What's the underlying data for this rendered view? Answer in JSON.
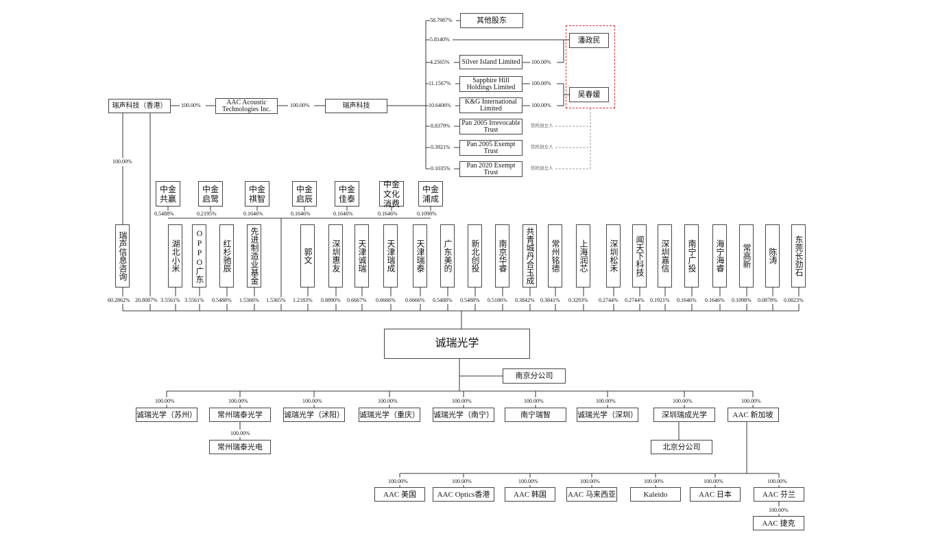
{
  "shareholders_top": {
    "other": {
      "name": "其他股东",
      "pct": "58.7987%"
    },
    "pan": {
      "name": "潘政民",
      "pct": "5.8140%"
    },
    "silver": {
      "name": "Silver Island Limited",
      "pct_in": "4.2565%",
      "pct_out": "100.00%"
    },
    "sapphire": {
      "name": "Sapphire Hill Holdings Limited",
      "pct_in": "11.1567%",
      "pct_out": "100.00%"
    },
    "kg": {
      "name": "K&G International Limited",
      "pct_in": "10.6406%",
      "pct_out": "100.00%"
    },
    "wu": {
      "name": "吴春媛"
    },
    "trust1": {
      "name": "Pan 2005 Irrevocable Trust",
      "pct": "8.8379%",
      "settlor": "信托创立人"
    },
    "trust2": {
      "name": "Pan 2005 Exempt Trust",
      "pct": "0.3921%",
      "settlor": "信托创立人"
    },
    "trust3": {
      "name": "Pan 2020 Exempt Trust",
      "pct": "0.1035%",
      "settlor": "信托创立人"
    }
  },
  "chain": {
    "ruisheng": "瑞声科技",
    "aac_acoustic": "AAC Acoustic Technologies Inc.",
    "ruisheng_hk": "瑞声科技（香港）",
    "pct_a": "100.00%",
    "pct_b": "100.00%",
    "pct_c": "100.00%"
  },
  "zhongjin": [
    {
      "name": "中金共赢",
      "pct": "0.5488%"
    },
    {
      "name": "中金启鹭",
      "pct": "0.2195%"
    },
    {
      "name": "中金祺智",
      "pct": "0.1646%"
    },
    {
      "name": "中金启辰",
      "pct": "0.1646%"
    },
    {
      "name": "中金佳泰",
      "pct": "0.1646%"
    },
    {
      "name": "中金文化消费",
      "pct": "0.1646%"
    },
    {
      "name": "中金浦成",
      "pct": "0.1098%"
    }
  ],
  "direct_shareholders": [
    {
      "name": "瑞声信息咨询",
      "pct": "60.2862%"
    },
    {
      "name": "",
      "pct": "20.8087%"
    },
    {
      "name": "湖北小米",
      "pct": "3.5561%"
    },
    {
      "name": "OPPO广东",
      "pct": "3.5561%"
    },
    {
      "name": "红杉驰辰",
      "pct": "0.5488%"
    },
    {
      "name": "先进制造业基金",
      "pct": "1.5366%"
    },
    {
      "name": "",
      "pct": "1.5365%"
    },
    {
      "name": "郭文",
      "pct": "1.2183%"
    },
    {
      "name": "深圳惠友",
      "pct": "0.8890%"
    },
    {
      "name": "天津诚瑞",
      "pct": "0.6667%"
    },
    {
      "name": "天津瑞成",
      "pct": "0.6666%"
    },
    {
      "name": "天津瑞泰",
      "pct": "0.6666%"
    },
    {
      "name": "广东美的",
      "pct": "0.5488%"
    },
    {
      "name": "新北创投",
      "pct": "0.5488%"
    },
    {
      "name": "南京华睿",
      "pct": "0.5186%"
    },
    {
      "name": "共青城丹合玉成",
      "pct": "0.3842%"
    },
    {
      "name": "常州铭德",
      "pct": "0.3841%"
    },
    {
      "name": "上海润芯",
      "pct": "0.3293%"
    },
    {
      "name": "深圳松禾",
      "pct": "0.2744%"
    },
    {
      "name": "闻天下科技",
      "pct": "0.2744%"
    },
    {
      "name": "深圳嘉信",
      "pct": "0.1921%"
    },
    {
      "name": "南宁广投",
      "pct": "0.1646%"
    },
    {
      "name": "海宁海睿",
      "pct": "0.1646%"
    },
    {
      "name": "常高新",
      "pct": "0.1098%"
    },
    {
      "name": "陈涛",
      "pct": "0.0878%"
    },
    {
      "name": "东莞长劲石",
      "pct": "0.0823%"
    }
  ],
  "ruisheng_xinxi_pct": "100.00%",
  "company": {
    "name": "诚瑞光学",
    "branch": "南京分公司"
  },
  "subsidiaries": [
    {
      "name": "诚瑞光学（苏州）",
      "pct": "100.00%"
    },
    {
      "name": "常州瑞泰光学",
      "pct": "100.00%"
    },
    {
      "name": "诚瑞光学（沭阳）",
      "pct": "100.00%"
    },
    {
      "name": "诚瑞光学（重庆）",
      "pct": "100.00%"
    },
    {
      "name": "诚瑞光学（南宁）",
      "pct": "100.00%"
    },
    {
      "name": "南宁瑞智",
      "pct": "100.00%"
    },
    {
      "name": "诚瑞光学（深圳）",
      "pct": "100.00%"
    },
    {
      "name": "深圳瑞成光学",
      "pct": "100.00%"
    },
    {
      "name": "AAC 新加坡",
      "pct": "100.00%"
    }
  ],
  "sub_children": {
    "changzhou": {
      "name": "常州瑞泰光电",
      "pct": "100.00%"
    },
    "beijing": {
      "name": "北京分公司"
    }
  },
  "aac_sg_subs": [
    {
      "name": "AAC 美国",
      "pct": "100.00%"
    },
    {
      "name": "AAC Optics香港",
      "pct": "100.00%"
    },
    {
      "name": "AAC 韩国",
      "pct": "100.00%"
    },
    {
      "name": "AAC 马来西亚",
      "pct": "100.00%"
    },
    {
      "name": "Kaleido",
      "pct": "100.00%"
    },
    {
      "name": "AAC 日本",
      "pct": "100.00%"
    },
    {
      "name": "AAC 芬兰",
      "pct": "100.00%"
    }
  ],
  "aac_czech": {
    "name": "AAC 捷克",
    "pct": "100.00%"
  },
  "colors": {
    "line": "#333333",
    "dashed_frame": "#d62b2b",
    "dashed_link": "#999999"
  }
}
